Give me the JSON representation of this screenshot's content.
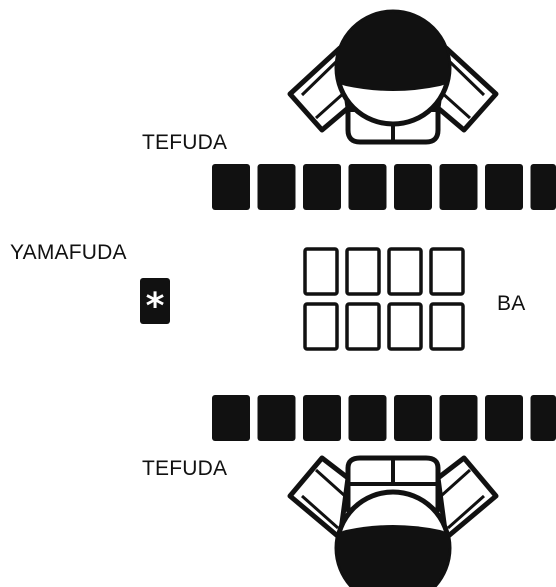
{
  "labels": {
    "tefuda_top": "TEFUDA",
    "yamafuda": "YAMAFUDA",
    "ba": "BA",
    "tefuda_bottom": "TEFUDA"
  },
  "deck_symbol": "*",
  "opponent_hand": {
    "card_count": 8,
    "face": "down"
  },
  "player_hand": {
    "card_count": 8,
    "face": "down"
  },
  "field_cards": {
    "rows": 2,
    "columns": 4,
    "face": "up"
  },
  "colors": {
    "ink": "#111111",
    "background": "#ffffff"
  },
  "icons": [
    "player-figure-icon",
    "asterisk-icon"
  ]
}
